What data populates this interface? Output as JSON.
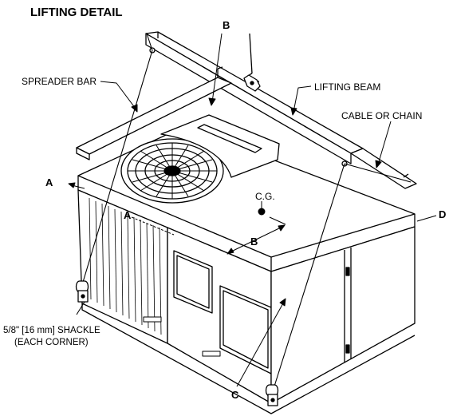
{
  "title": "LIFTING DETAIL",
  "labels": {
    "spreader_bar": "SPREADER BAR",
    "lifting_beam": "LIFTING BEAM",
    "cable_or_chain": "CABLE OR CHAIN",
    "cg": "C.G.",
    "shackle_line1": "5/8\" [16 mm] SHACKLE",
    "shackle_line2": "(EACH CORNER)"
  },
  "dimension_letters": {
    "a_left": "A",
    "a_inner": "A",
    "b_top": "B",
    "b_dim": "B",
    "c_bottom": "C",
    "d_right": "D"
  }
}
